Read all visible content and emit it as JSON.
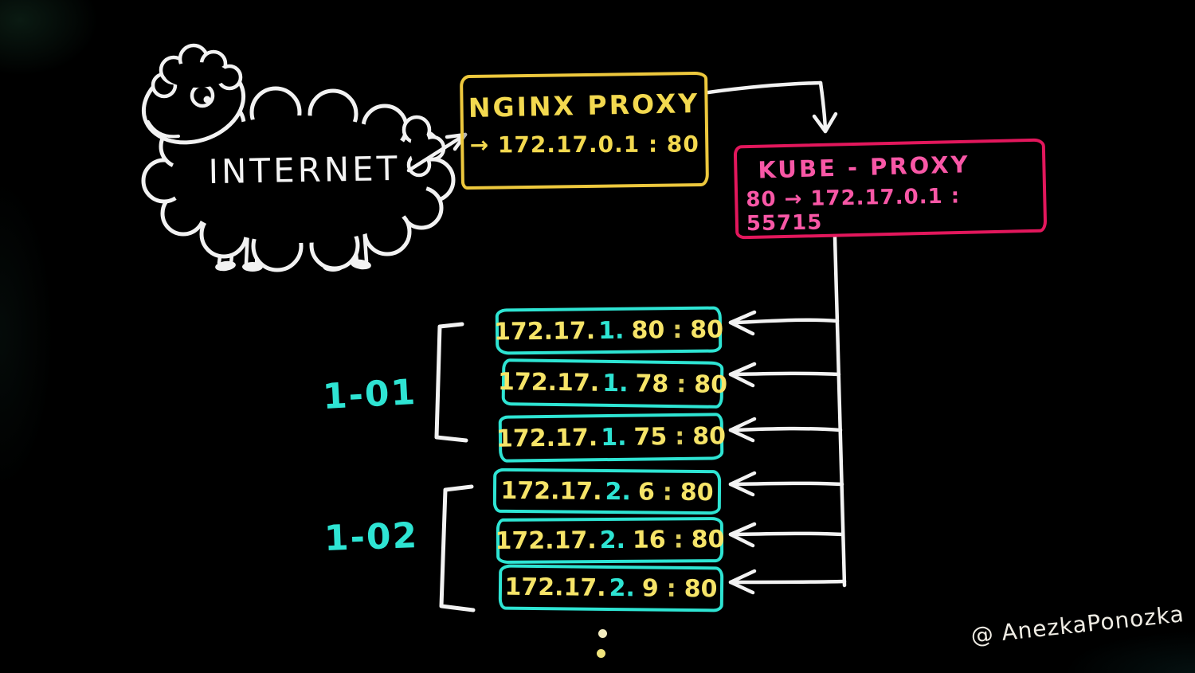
{
  "colors": {
    "background": "#000000",
    "white_ink": "#f2f2f2",
    "yellow_border": "#edc83d",
    "yellow_text": "#f3d94f",
    "ip_yellow": "#f6e468",
    "cyan": "#2ee4d3",
    "pink_border": "#e2175c",
    "pink_text": "#f857a6",
    "dot_yellow": "#f0e47c"
  },
  "internet": {
    "label": "INTERNET"
  },
  "nginx_proxy": {
    "title": "NGINX PROXY",
    "rule": "→ 172.17.0.1 : 80"
  },
  "kube_proxy": {
    "title": "KUBE - PROXY",
    "rule": "80 → 172.17.0.1 : 55715"
  },
  "groups": [
    {
      "label": "1-01",
      "pods": [
        {
          "prefix": "172.17.",
          "subnet": "1.",
          "host": "80",
          "sep": ":",
          "port": "80"
        },
        {
          "prefix": "172.17.",
          "subnet": "1.",
          "host": "78",
          "sep": ":",
          "port": "80"
        },
        {
          "prefix": "172.17.",
          "subnet": "1.",
          "host": "75",
          "sep": ":",
          "port": "80"
        }
      ]
    },
    {
      "label": "1-02",
      "pods": [
        {
          "prefix": "172.17.",
          "subnet": "2.",
          "host": "6",
          "sep": ":",
          "port": "80"
        },
        {
          "prefix": "172.17.",
          "subnet": "2.",
          "host": "16",
          "sep": ":",
          "port": "80"
        },
        {
          "prefix": "172.17.",
          "subnet": "2.",
          "host": "9",
          "sep": ":",
          "port": "80"
        }
      ]
    }
  ],
  "signature": "@ AnezkaPonozka"
}
